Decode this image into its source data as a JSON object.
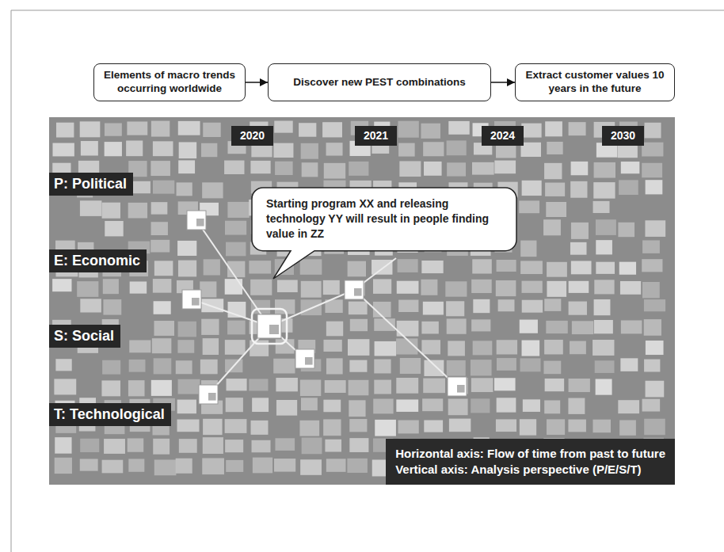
{
  "diagram": {
    "nodes": [
      {
        "text": [
          "Elements of macro trends occurring worldwide"
        ]
      },
      {
        "text": [
          "Discover new PEST combinations"
        ]
      },
      {
        "text": [
          "Extract customer values 10 years in the future"
        ]
      },
      {
        "text": [
          "2020"
        ]
      },
      {
        "text": [
          "2021"
        ]
      },
      {
        "text": [
          "2024"
        ]
      },
      {
        "text": [
          "2030"
        ]
      },
      {
        "text": [
          "P: Political"
        ]
      },
      {
        "text": [
          "E: Economic"
        ]
      },
      {
        "text": [
          "S: Social"
        ]
      },
      {
        "text": [
          "T: Technological"
        ]
      },
      {
        "text": [
          "Starting program XX and releasing technology YY will result in people finding value in ZZ"
        ]
      },
      {
        "text": [
          "Horizontal axis: Flow of time from past to future",
          "Vertical axis: Analysis perspective (P/E/S/T)"
        ]
      }
    ],
    "edges": [
      {
        "from": 0,
        "to": 1,
        "arrow": "to"
      },
      {
        "from": 1,
        "to": 2,
        "arrow": "to"
      }
    ]
  }
}
